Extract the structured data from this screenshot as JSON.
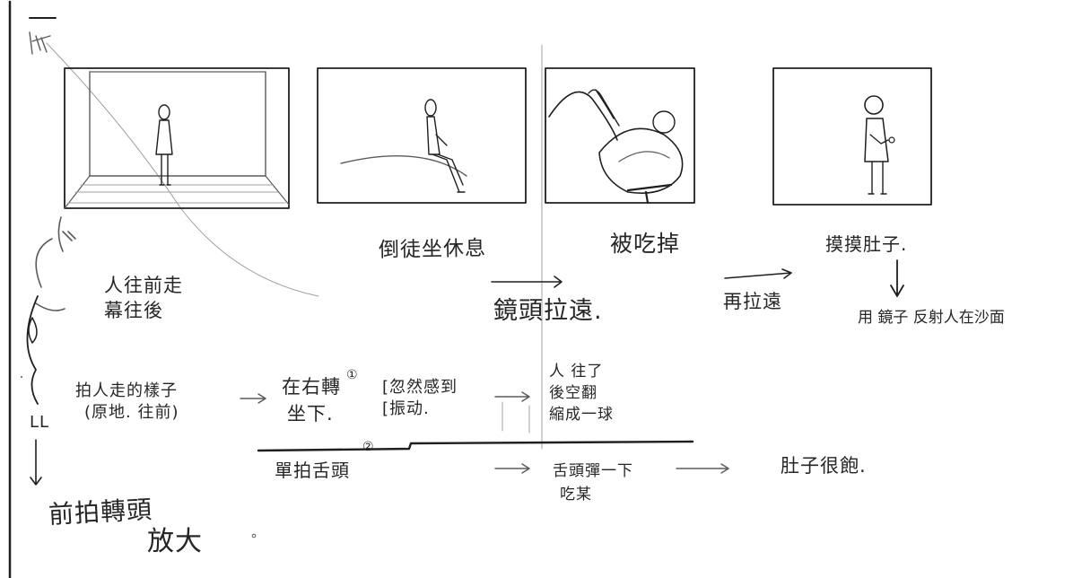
{
  "panels": [
    {
      "caption": ""
    },
    {
      "caption": "倒徒坐休息"
    },
    {
      "caption": "被吃掉"
    },
    {
      "caption": "摸摸肚子."
    }
  ],
  "notes": {
    "walk_forward": [
      "人往前走",
      "幕往後"
    ],
    "camera_pull": "鏡頭拉遠.",
    "pull_again": "再拉遠",
    "mirror_reflect": "用 鏡子 反射人在沙面",
    "shoot_walk": [
      "拍人走的樣子",
      "(原地. 往前)"
    ],
    "turn_right": [
      "在右轉",
      "坐下."
    ],
    "marker_1": "①",
    "suddenly": [
      "[忽然感到",
      "[振动."
    ],
    "flipped": [
      "人 往了",
      "後空翻",
      "縮成一球"
    ],
    "marker_2": "②",
    "single_shot": "單拍舌頭",
    "tongue": [
      "舌頭彈一下",
      "吃某"
    ],
    "full_belly": "肚子很飽.",
    "pan_zoom": "前拍轉頭",
    "zoom_in": "放大",
    "side_mark": "LL"
  }
}
